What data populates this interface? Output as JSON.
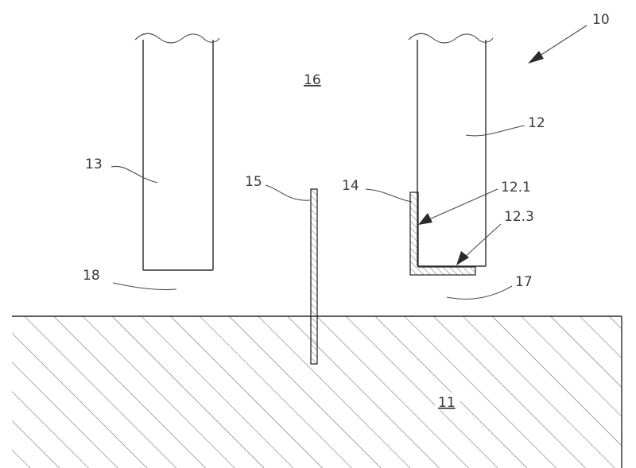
{
  "labels": {
    "assembly": "10",
    "ground": "11",
    "right_wall": "12",
    "right_wall_face": "12.1",
    "right_wall_bottom": "12.3",
    "left_wall": "13",
    "angle_profile": "14",
    "separator_plate": "15",
    "upper_gap": "16",
    "right_bottom_gap": "17",
    "left_bottom_gap": "18"
  },
  "colors": {
    "line": "#2b2b2b",
    "hatch": "#5a5a5a",
    "text": "#3a3a3a",
    "background": "#ffffff"
  }
}
